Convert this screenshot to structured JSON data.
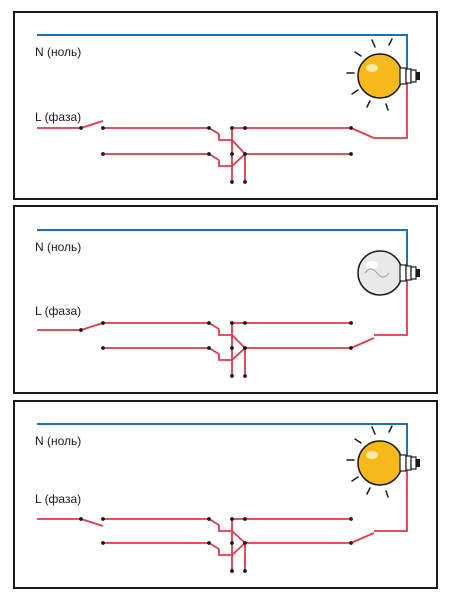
{
  "colors": {
    "neutral_wire": "#1f6fb5",
    "phase_wire": "#e03a4a",
    "border": "#1a1a1a",
    "bulb_on": "#f6b91c",
    "bulb_off": "#e9e9ea"
  },
  "panels": [
    {
      "neutral_label": "N (ноль)",
      "phase_label": "L (фаза)",
      "lamp_state": "on"
    },
    {
      "neutral_label": "N (ноль)",
      "phase_label": "L (фаза)",
      "lamp_state": "off"
    },
    {
      "neutral_label": "N (ноль)",
      "phase_label": "L (фаза)",
      "lamp_state": "on"
    }
  ]
}
